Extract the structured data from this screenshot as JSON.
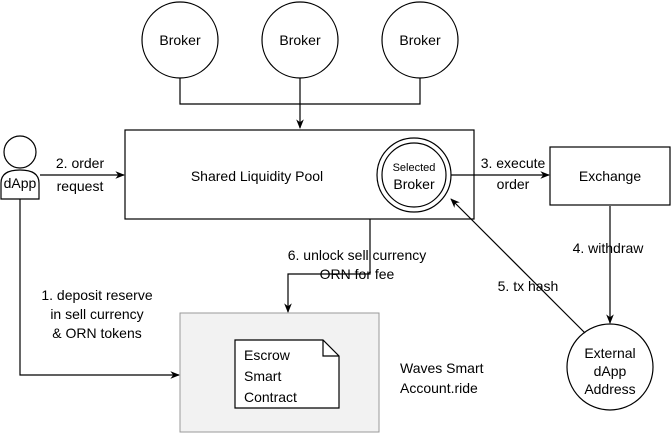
{
  "nodes": {
    "broker_1": "Broker",
    "broker_2": "Broker",
    "broker_3": "Broker",
    "pool": "Shared Liquidity Pool",
    "selected_broker": [
      "Selected",
      "Broker"
    ],
    "exchange": "Exchange",
    "dapp": "dApp",
    "external_address": [
      "External",
      "dApp",
      "Address"
    ],
    "escrow": [
      "Escrow",
      "Smart",
      "Contract"
    ],
    "waves": [
      "Waves Smart",
      "Account.ride"
    ]
  },
  "edges": {
    "order_request": [
      "2. order",
      "request"
    ],
    "execute_order": [
      "3. execute",
      "order"
    ],
    "withdraw": "4. withdraw",
    "tx_hash": "5. tx hash",
    "unlock": [
      "6. unlock sell currency",
      "ORN for fee"
    ],
    "deposit": [
      "1. deposit reserve",
      "in sell currency",
      "& ORN tokens"
    ]
  }
}
